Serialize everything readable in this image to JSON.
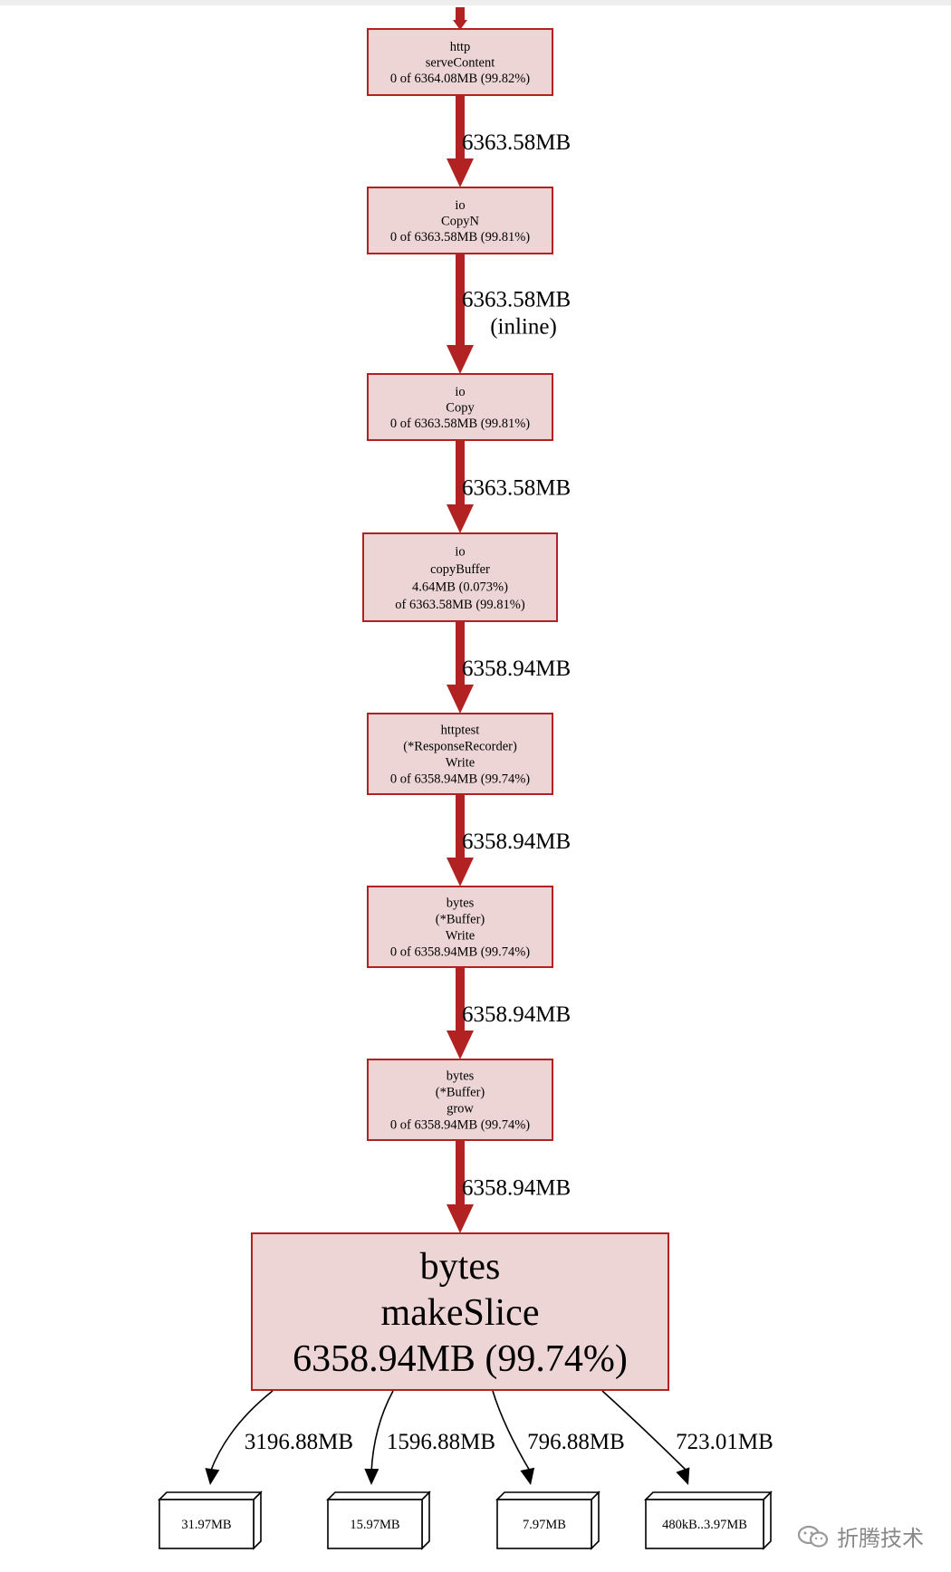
{
  "nodes": [
    {
      "id": "n1",
      "lines": [
        "http",
        "serveContent",
        "0 of 6364.08MB (99.82%)"
      ]
    },
    {
      "id": "n2",
      "lines": [
        "io",
        "CopyN",
        "0 of 6363.58MB (99.81%)"
      ]
    },
    {
      "id": "n3",
      "lines": [
        "io",
        "Copy",
        "0 of 6363.58MB (99.81%)"
      ]
    },
    {
      "id": "n4",
      "lines": [
        "io",
        "copyBuffer",
        "4.64MB (0.073%)",
        "of 6363.58MB (99.81%)"
      ]
    },
    {
      "id": "n5",
      "lines": [
        "httptest",
        "(*ResponseRecorder)",
        "Write",
        "0 of 6358.94MB (99.74%)"
      ]
    },
    {
      "id": "n6",
      "lines": [
        "bytes",
        "(*Buffer)",
        "Write",
        "0 of 6358.94MB (99.74%)"
      ]
    },
    {
      "id": "n7",
      "lines": [
        "bytes",
        "(*Buffer)",
        "grow",
        "0 of 6358.94MB (99.74%)"
      ]
    },
    {
      "id": "n8",
      "lines": [
        "bytes",
        "makeSlice",
        "6358.94MB (99.74%)"
      ]
    }
  ],
  "edges": [
    {
      "from": "n1",
      "to": "n2",
      "lines": [
        "6363.58MB"
      ]
    },
    {
      "from": "n2",
      "to": "n3",
      "lines": [
        "6363.58MB",
        "(inline)"
      ]
    },
    {
      "from": "n3",
      "to": "n4",
      "lines": [
        "6363.58MB"
      ]
    },
    {
      "from": "n4",
      "to": "n5",
      "lines": [
        "6358.94MB"
      ]
    },
    {
      "from": "n5",
      "to": "n6",
      "lines": [
        "6358.94MB"
      ]
    },
    {
      "from": "n6",
      "to": "n7",
      "lines": [
        "6358.94MB"
      ]
    },
    {
      "from": "n7",
      "to": "n8",
      "lines": [
        "6358.94MB"
      ]
    }
  ],
  "leaves": [
    {
      "id": "l1",
      "label": "31.97MB",
      "edge_label": "3196.88MB"
    },
    {
      "id": "l2",
      "label": "15.97MB",
      "edge_label": "1596.88MB"
    },
    {
      "id": "l3",
      "label": "7.97MB",
      "edge_label": "796.88MB"
    },
    {
      "id": "l4",
      "label": "480kB..3.97MB",
      "edge_label": "723.01MB"
    }
  ],
  "watermark": {
    "text": "折腾技术",
    "icon": "wechat-icon",
    "color": "#888888"
  },
  "colors": {
    "node_fill": "#edd5d5",
    "node_stroke": "#b22222",
    "edge_main": "#b22222",
    "leaf_edge": "#000000"
  }
}
